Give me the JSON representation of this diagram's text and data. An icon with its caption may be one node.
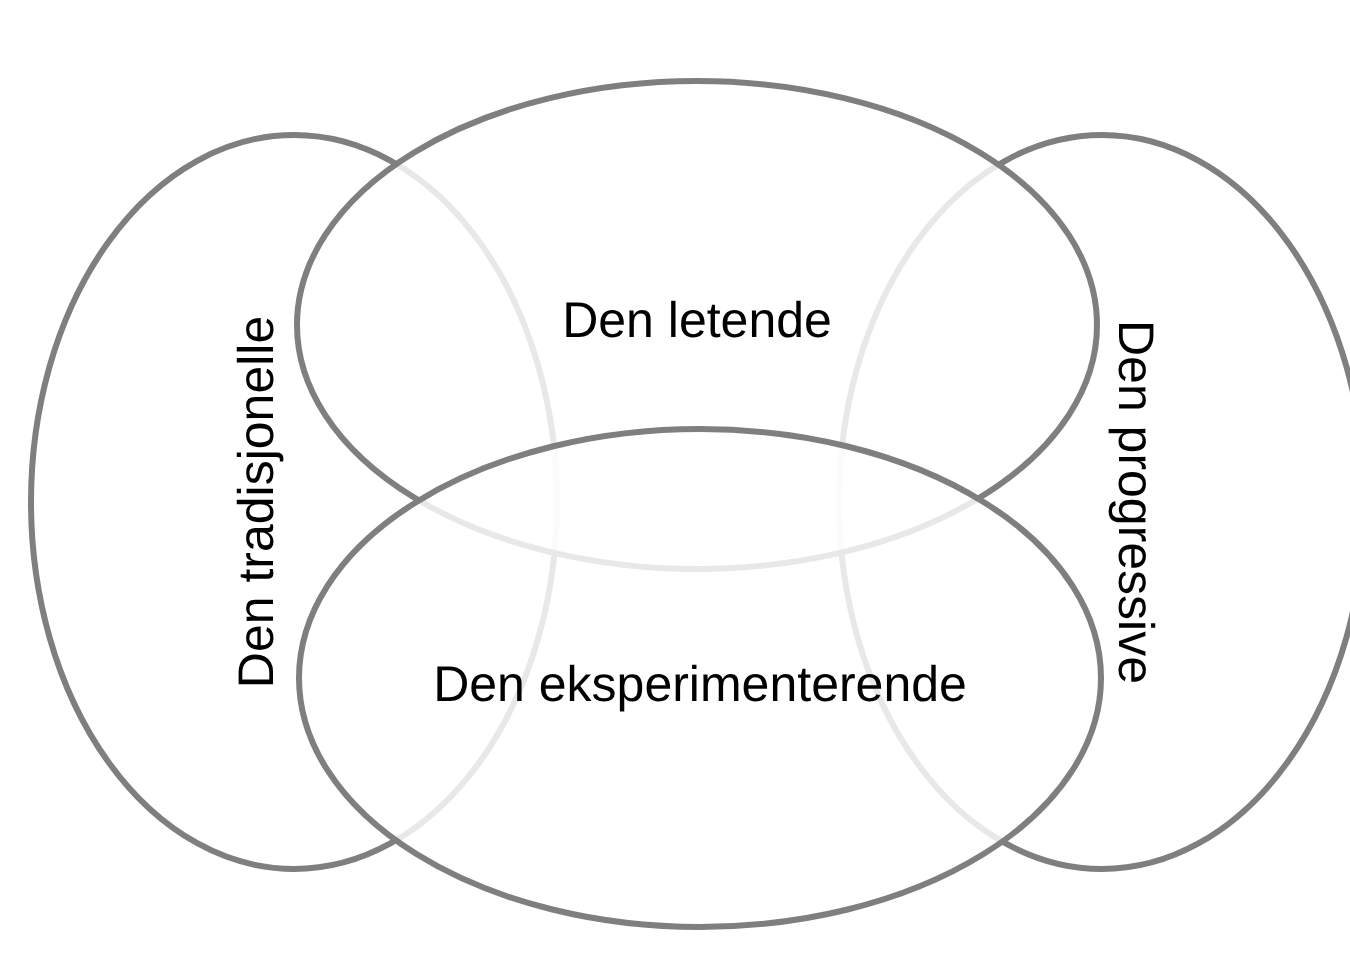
{
  "diagram": {
    "nodes": [
      {
        "text": [
          "Den letende"
        ]
      },
      {
        "text": [
          "Den tradisjonelle"
        ]
      },
      {
        "text": [
          "Den progressive"
        ]
      },
      {
        "text": [
          "Den eksperimenterende"
        ]
      }
    ]
  }
}
